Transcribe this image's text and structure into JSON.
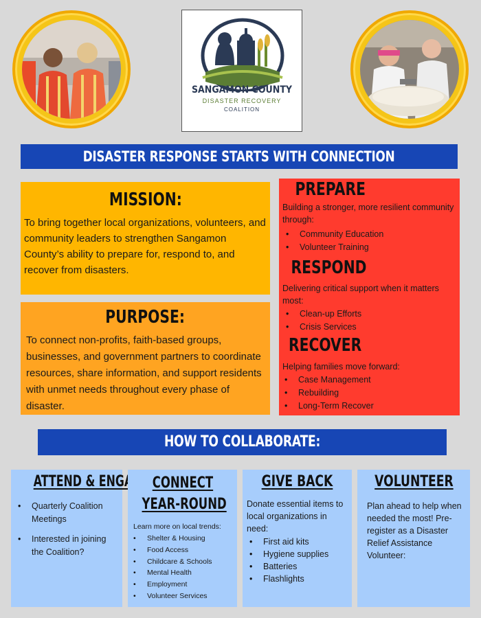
{
  "logo": {
    "line1": "SANGAMON COUNTY",
    "line2": "DISASTER RECOVERY",
    "line3": "COALITION"
  },
  "banner_top": "DISASTER RESPONSE STARTS WITH CONNECTION",
  "mission": {
    "title": "MISSION:",
    "text": "To bring together local organizations, volunteers, and community leaders to strengthen Sangamon County’s ability to prepare for, respond to, and recover from disasters."
  },
  "purpose": {
    "title": "PURPOSE:",
    "text": "To connect non-profits, faith-based groups, businesses, and government partners to coordinate resources, share information, and support residents with unmet needs throughout every phase of disaster."
  },
  "phases": {
    "prepare": {
      "title": "PREPARE",
      "text": "Building a stronger, more resilient community through:",
      "items": [
        "Community Education",
        "Volunteer Training"
      ]
    },
    "respond": {
      "title": "RESPOND",
      "text": "Delivering critical support when it matters most:",
      "items": [
        "Clean-up Efforts",
        "Crisis Services"
      ]
    },
    "recover": {
      "title": "RECOVER",
      "text": "Helping families move forward:",
      "items": [
        "Case Management",
        "Rebuilding",
        "Long-Term Recover"
      ]
    }
  },
  "banner_collab": "HOW TO COLLABORATE:",
  "columns": {
    "attend": {
      "title": "ATTEND & ENGAGE",
      "items": [
        "Quarterly Coalition Meetings",
        "Interested in joining the Coalition?"
      ]
    },
    "connect": {
      "title_line1": "CONNECT",
      "title_line2": "YEAR-ROUND",
      "intro": "Learn more on local trends:",
      "items": [
        "Shelter & Housing",
        "Food Access",
        "Childcare & Schools",
        "Mental Health",
        "Employment",
        "Volunteer Services"
      ]
    },
    "give": {
      "title": "GIVE BACK",
      "intro": "Donate essential items to local organizations in need:",
      "items": [
        "First aid kits",
        "Hygiene supplies",
        "Batteries",
        "Flashlights"
      ]
    },
    "volunteer": {
      "title": "VOLUNTEER",
      "text": "Plan ahead to help when needed the most! Pre-register as a Disaster Relief Assistance Volunteer:"
    }
  },
  "colors": {
    "banner": "#1746b5",
    "mission": "#ffb600",
    "purpose": "#ffa421",
    "phases": "#ff3b2e",
    "columns": "#a7cdfc",
    "ring": "#f5c518"
  }
}
